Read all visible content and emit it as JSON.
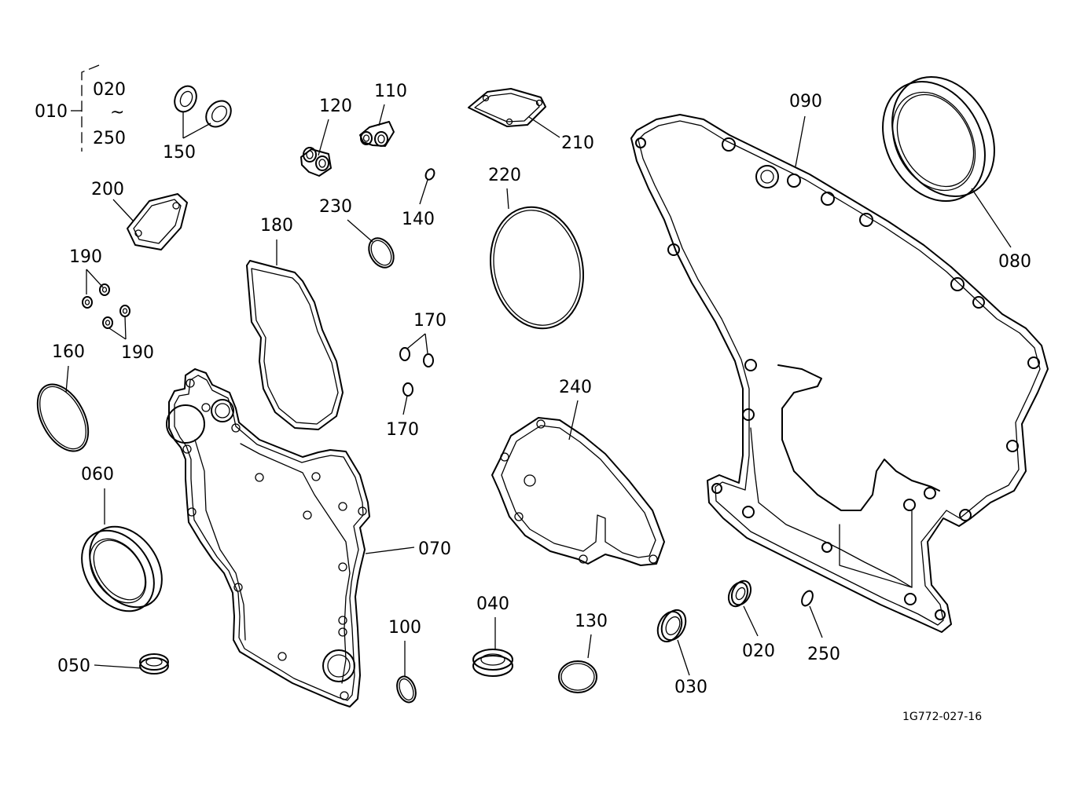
{
  "diagram": {
    "drawing_number": "1G772-027-16",
    "kit": {
      "label": "010",
      "range_start": "020",
      "range_symbol": "~",
      "range_end": "250"
    },
    "callouts": {
      "c020": "020",
      "c030": "030",
      "c040": "040",
      "c050": "050",
      "c060": "060",
      "c070": "070",
      "c080": "080",
      "c090": "090",
      "c100": "100",
      "c110": "110",
      "c120": "120",
      "c130": "130",
      "c140": "140",
      "c150": "150",
      "c160": "160",
      "c170a": "170",
      "c170b": "170",
      "c180": "180",
      "c190a": "190",
      "c190b": "190",
      "c200": "200",
      "c210": "210",
      "c220": "220",
      "c230": "230",
      "c240": "240",
      "c250": "250"
    }
  }
}
